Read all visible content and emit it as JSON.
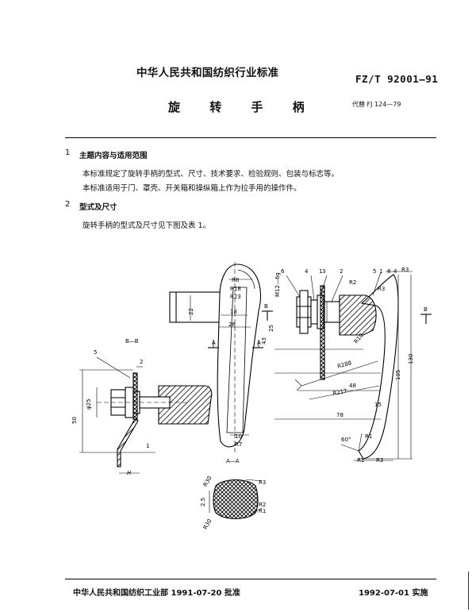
{
  "header": {
    "organization": "中华人民共和国纺织行业标准",
    "standard_number": "FZ/T 92001—91",
    "title": "旋 转 手 柄",
    "replaces": "代替 FJ 124—79"
  },
  "sections": [
    {
      "number": "1",
      "heading": "主题内容与适用范围",
      "paragraphs": [
        "本标准规定了旋转手柄的型式、尺寸、技术要求、检验规则、包装与标志等。",
        "本标准适用于门、罩壳、开关箱和操纵箱上作为拉手用的操作件。"
      ]
    },
    {
      "number": "2",
      "heading": "型式及尺寸",
      "paragraphs": [
        "旋转手柄的型式及尺寸见下图及表 1。"
      ]
    }
  ],
  "drawing": {
    "view_labels": {
      "section_bb": "B—B",
      "section_aa": "A—A",
      "mark_a": "A",
      "mark_b": "B"
    },
    "dimensions": {
      "r8": "R8",
      "r18": "R18",
      "r23": "R23",
      "d22": "22",
      "d18": "18",
      "d26": "26",
      "d25": "25",
      "d43": "43",
      "thread": "M12—6g",
      "r10": "R10",
      "r288": "R288",
      "r217": "R217",
      "d48": "48",
      "d78": "78",
      "d15": "15",
      "d105": "105",
      "d130": "130",
      "r3": "R3",
      "r2": "R2",
      "r1": "R1",
      "angle": "60°",
      "dia25": "φ25",
      "d50": "50",
      "d2": "2",
      "d1": "1",
      "h": "H",
      "r30": "R30",
      "d2_5": "2.5",
      "d10": "10",
      "r7": "R7"
    },
    "part_numbers": [
      "1",
      "2",
      "3",
      "4",
      "5",
      "6",
      "8"
    ]
  },
  "footer": {
    "approved": "中华人民共和国纺织工业部 1991-07-20 批准",
    "effective": "1992-07-01 实施"
  }
}
